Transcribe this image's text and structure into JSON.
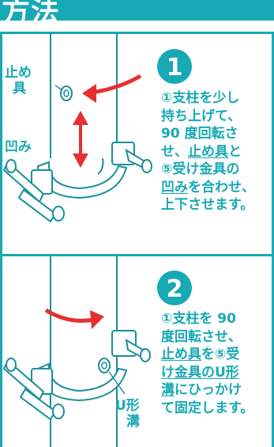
{
  "title": "方法",
  "steps": [
    {
      "number": "1",
      "lines": [
        {
          "parts": [
            {
              "t": "①支柱を少し"
            }
          ]
        },
        {
          "parts": [
            {
              "t": "持ち上げて、"
            }
          ]
        },
        {
          "parts": [
            {
              "t": "90 度回転さ"
            }
          ]
        },
        {
          "parts": [
            {
              "t": "せ、"
            },
            {
              "t": "止め具",
              "u": true
            },
            {
              "t": "と"
            }
          ]
        },
        {
          "parts": [
            {
              "t": "⑤受け金具の"
            }
          ]
        },
        {
          "parts": [
            {
              "t": "凹み",
              "u": true
            },
            {
              "t": "を合わせ、"
            }
          ]
        },
        {
          "parts": [
            {
              "t": "上下させます。"
            }
          ]
        }
      ]
    },
    {
      "number": "2",
      "lines": [
        {
          "parts": [
            {
              "t": "①支柱を 90"
            }
          ]
        },
        {
          "parts": [
            {
              "t": "度回転させ、"
            }
          ]
        },
        {
          "parts": [
            {
              "t": "止め具",
              "u": true
            },
            {
              "t": "を⑤受"
            }
          ]
        },
        {
          "parts": [
            {
              "t": "け金具の",
              "u": true
            },
            {
              "t": "U形",
              "u": true
            }
          ]
        },
        {
          "parts": [
            {
              "t": "溝",
              "u": true
            },
            {
              "t": "にひっかけ"
            }
          ]
        },
        {
          "parts": [
            {
              "t": "て固定します。"
            }
          ]
        }
      ]
    }
  ],
  "labels": {
    "stopper": [
      "止め",
      "具"
    ],
    "dent": "凹み",
    "u_groove": [
      "U形",
      "溝"
    ]
  },
  "colors": {
    "teal": "#17a9b5",
    "red": "#e63030",
    "line": "#1a8f9a"
  }
}
